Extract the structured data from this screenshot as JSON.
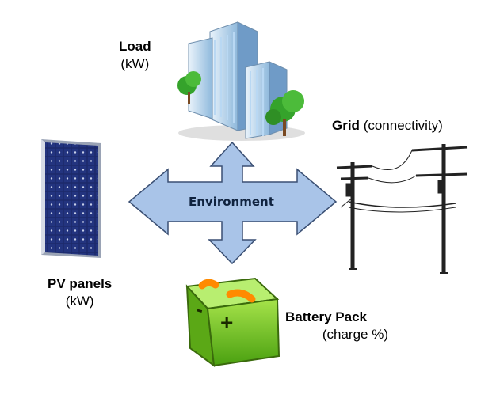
{
  "load": {
    "title": "Load",
    "unit": "(kW)"
  },
  "grid": {
    "title": "Grid",
    "sub": "(connectivity)"
  },
  "pv": {
    "title": "PV panels",
    "unit": "(kW)"
  },
  "battery": {
    "title": "Battery Pack",
    "unit": "(charge %)",
    "minus": "-",
    "plus": "+"
  },
  "center": {
    "label": "Environment"
  },
  "colors": {
    "arrow_fill": "#a9c4e8",
    "arrow_stroke": "#3a4f73",
    "battery_green": "#6cc21f",
    "panel_blue": "#1c2a6b",
    "building_blue": "#8fc0ea",
    "tree_green": "#35a32b"
  },
  "icons": [
    "building-icon",
    "power-pole-icon",
    "solar-panel-icon",
    "battery-icon",
    "four-way-arrow-icon"
  ]
}
